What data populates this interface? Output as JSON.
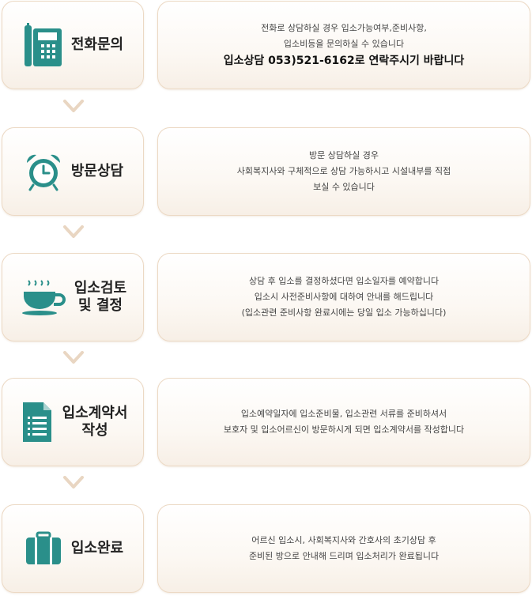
{
  "steps": [
    {
      "title_lines": [
        "전화문의"
      ],
      "icon": "telephone-icon",
      "desc": [
        "전화로 상담하실 경우 입소가능여부,준비사항,",
        "입소비등을 문의하실 수 있습니다"
      ],
      "highlight": "입소상담 053)521-6162로 연락주시기 바랍니다"
    },
    {
      "title_lines": [
        "방문상담"
      ],
      "icon": "alarm-clock-icon",
      "desc": [
        "방문 상담하실 경우",
        "사회복지사와 구체적으로 상담 가능하시고 시설내부를 직접",
        "보실 수 있습니다"
      ]
    },
    {
      "title_lines": [
        "입소검토",
        "및 결정"
      ],
      "icon": "tea-cup-icon",
      "desc": [
        "상담 후 입소를 결정하셨다면  입소일자를 예약합니다",
        "입소시 사전준비사항에 대하여 안내를 해드립니다",
        "(입소관련 준비사항 완료시에는 당일 입소 가능하십니다)"
      ]
    },
    {
      "title_lines": [
        "입소계약서",
        "작성"
      ],
      "icon": "document-icon",
      "desc": [
        "입소예약일자에 입소준비물, 입소관련 서류를 준비하셔서",
        "보호자 및 입소어르신이 방문하시게 되면 입소계약서를 작성합니다"
      ]
    },
    {
      "title_lines": [
        "입소완료"
      ],
      "icon": "luggage-icon",
      "desc": [
        "어르신 입소시, 사회복지사와 간호사의 초기상담 후",
        "준비된 방으로 안내해 드리며 입소처리가 완료됩니다"
      ]
    }
  ],
  "colors": {
    "icon": "#2a8f8a",
    "border": "#ecd9c4",
    "arrow": "#e9d6c2"
  }
}
